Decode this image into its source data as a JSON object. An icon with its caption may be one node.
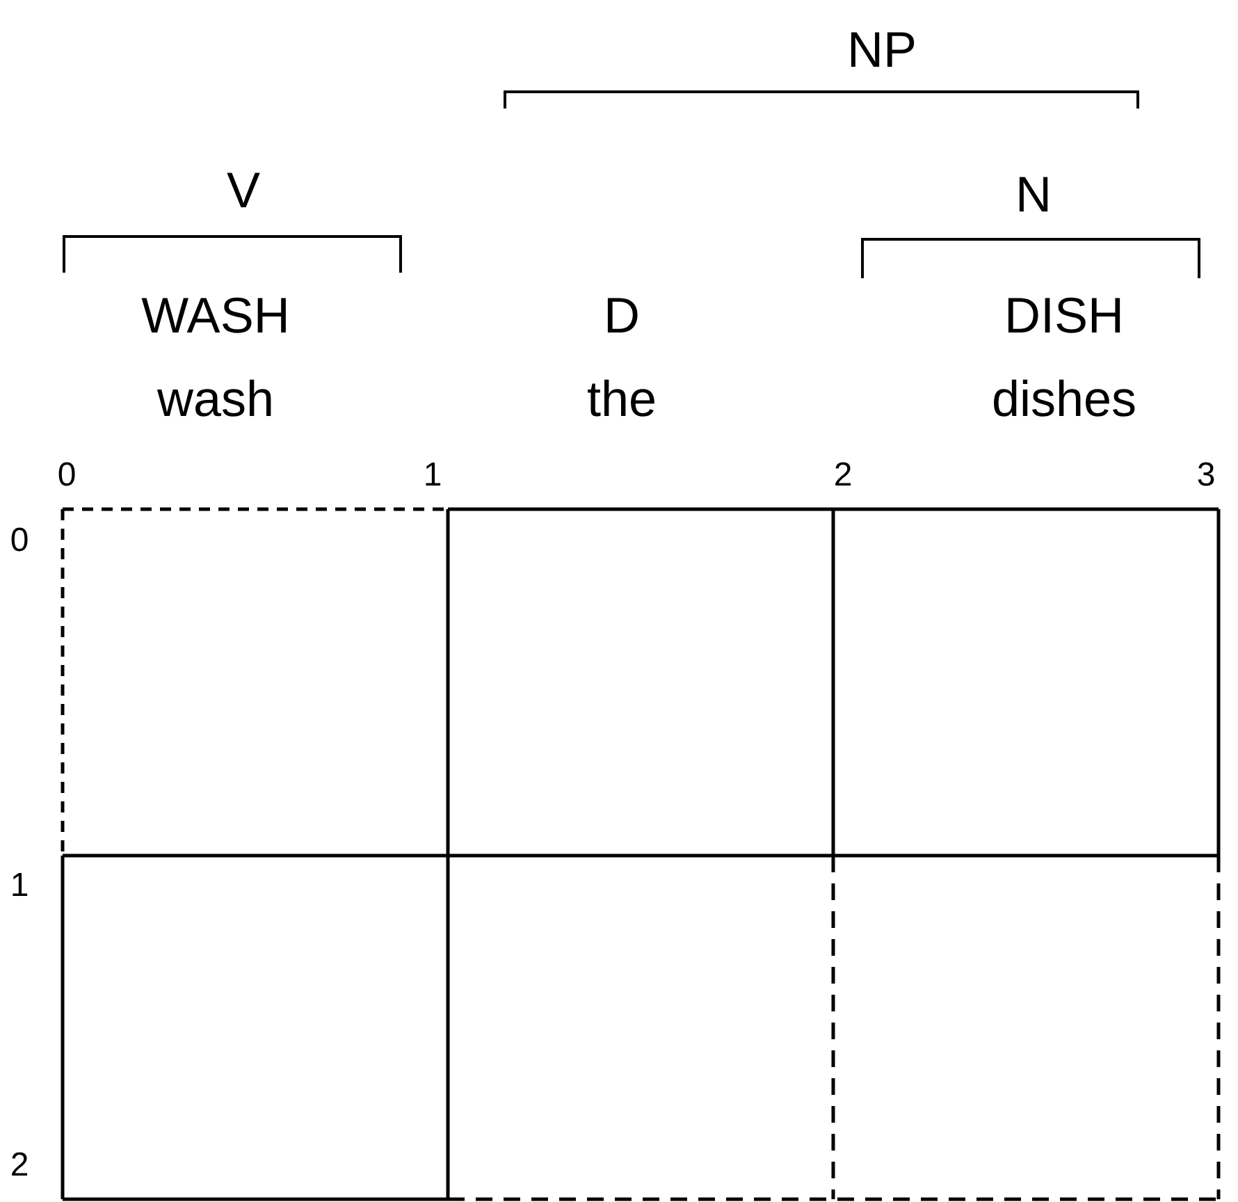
{
  "diagram": {
    "labels": [
      "NP",
      "V",
      "N",
      "WASH",
      "wash",
      "D",
      "the",
      "DISH",
      "dishes",
      "0",
      "1",
      "2",
      "3",
      "0",
      "1",
      "2"
    ]
  }
}
